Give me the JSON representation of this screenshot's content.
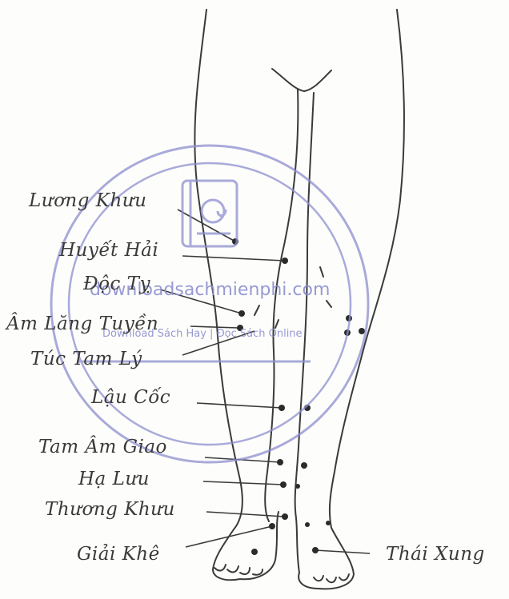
{
  "labels": {
    "luong_khau": "Lương Khưu",
    "huyet_hai": "Huyết Hải",
    "doc_ty": "Độc Tỵ",
    "am_lang_tuyen": "Âm Lăng Tuyền",
    "tuc_tam_ly": "Túc Tam Lý",
    "lau_coc": "Lậu Cốc",
    "tam_am_giao": "Tam Âm Giao",
    "ha_luu": "Hạ Lưu",
    "thuong_khau": "Thương Khưu",
    "giai_khe": "Giải Khê",
    "thai_xung": "Thái Xung"
  },
  "watermark": {
    "url": "downloadsachmienphi.com",
    "tagline": "Download Sách Hay | Đọc Sách Online"
  },
  "colors": {
    "ink": "#3a3a3a",
    "watermark": "#8e8fd0"
  }
}
